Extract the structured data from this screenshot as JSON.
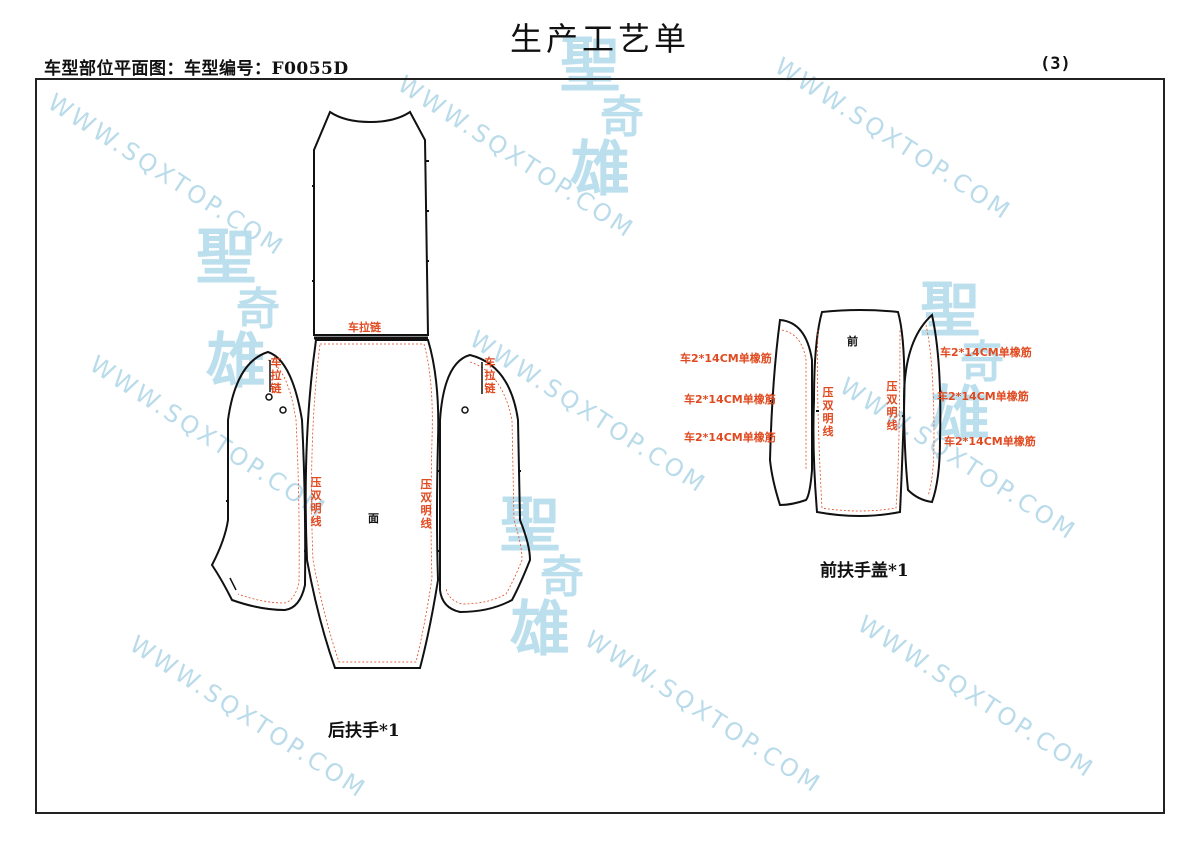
{
  "header": {
    "title": "生产工艺单",
    "subtitle": "车型部位平面图：车型编号：F0055D",
    "page_no": "(3)"
  },
  "watermark": {
    "text": "WWW.SQXTOP.COM",
    "logo_chars": [
      "聖",
      "奇",
      "雄"
    ],
    "color": "#b9dbea"
  },
  "colors": {
    "annotation": "#e04a20",
    "outline": "#111111"
  },
  "back_armrest": {
    "caption": "后扶手*1",
    "zipper_top": "车拉链",
    "zipper_left": "车拉链",
    "zipper_right": "车拉链",
    "stitch_left": "压双明线",
    "stitch_right": "压双明线",
    "face_label": "面"
  },
  "front_armrest_cover": {
    "caption": "前扶手盖*1",
    "front_label": "前",
    "stitch_left": "压双明线",
    "stitch_right": "压双明线",
    "elastic_left": [
      "车2*14CM单橡筋",
      "车2*14CM单橡筋",
      "车2*14CM单橡筋"
    ],
    "elastic_right": [
      "车2*14CM单橡筋",
      "车2*14CM单橡筋",
      "车2*14CM单橡筋"
    ]
  }
}
